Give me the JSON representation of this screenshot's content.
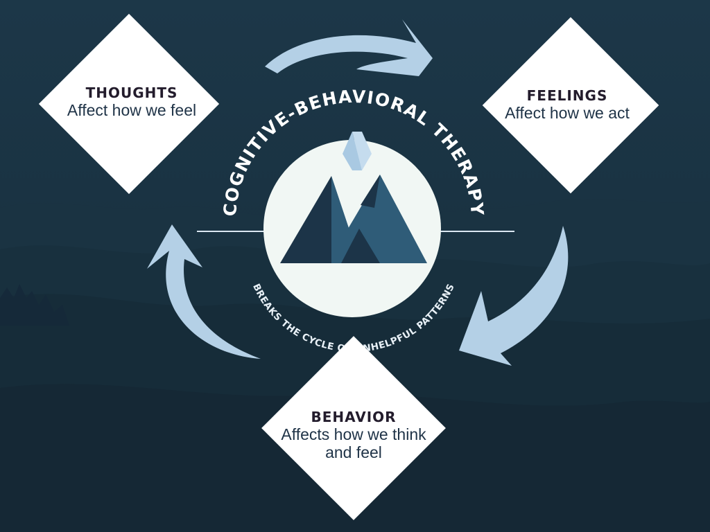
{
  "center": {
    "title": "COGNITIVE-BEHAVIORAL THERAPY",
    "subtitle": "BREAKS THE CYCLE OF UNHELPFUL PATTERNS"
  },
  "nodes": {
    "thoughts": {
      "heading": "THOUGHTS",
      "text": "Affect how we feel"
    },
    "feelings": {
      "heading": "FEELINGS",
      "text": "Affect how we act"
    },
    "behavior": {
      "heading": "BEHAVIOR",
      "text_line1": "Affects how we think",
      "text_line2": "and feel"
    }
  },
  "colors": {
    "background": "#1b3546",
    "arrow": "#b4d0e6",
    "diamond": "#ffffff",
    "logo_dark": "#1c3448",
    "logo_mid": "#2f5c78",
    "logo_light": "#b8d4ea"
  },
  "icons": [
    "mountain-logo-icon",
    "cycle-arrow-icon"
  ]
}
